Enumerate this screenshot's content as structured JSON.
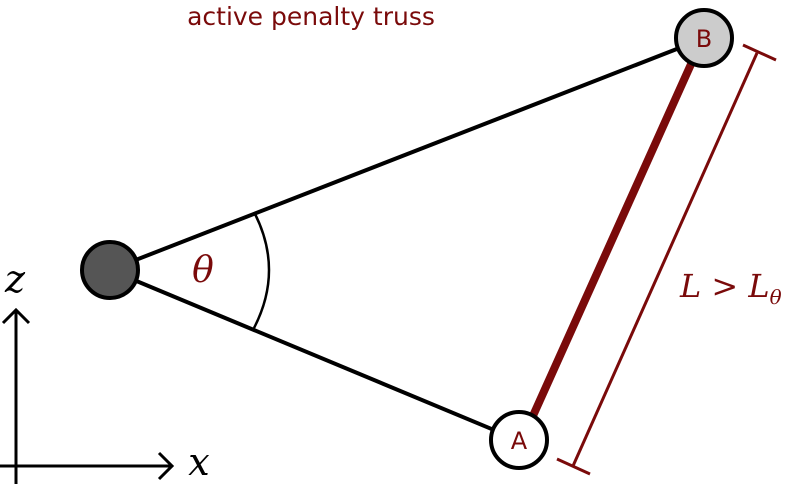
{
  "title": "active penalty truss",
  "colors": {
    "accent": "#7a0a0a",
    "line": "#000000",
    "node_pivot_fill": "#555555",
    "node_a_fill": "#ffffff",
    "node_b_fill": "#cccccc"
  },
  "labels": {
    "angle": "θ",
    "length_condition_main": "L > L",
    "length_condition_sub": "θ",
    "axis_z": "z",
    "axis_x": "x",
    "node_a": "A",
    "node_b": "B"
  }
}
